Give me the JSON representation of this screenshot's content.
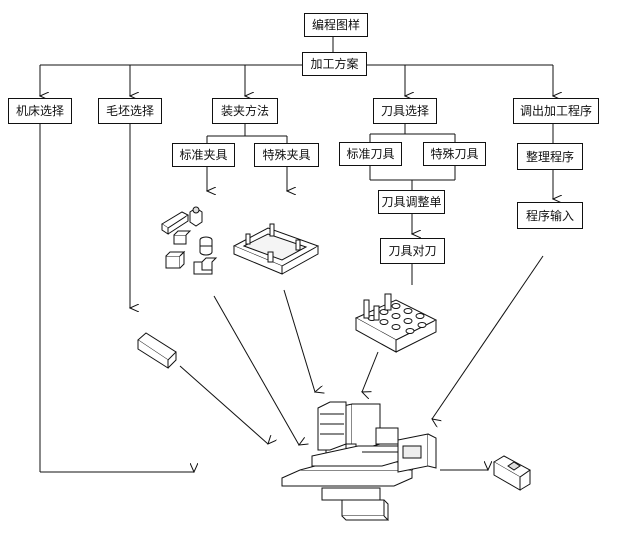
{
  "nodes": {
    "top": "编程图样",
    "plan": "加工方案",
    "machine": "机床选择",
    "blank": "毛坯选择",
    "clamping": "装夹方法",
    "tool": "刀具选择",
    "program": "调出加工程序",
    "std_fixture": "标准夹具",
    "special_fixture": "特殊夹具",
    "std_tool": "标准刀具",
    "special_tool": "特殊刀具",
    "tune_sheet": "刀具调整单",
    "tool_setting": "刀具对刀",
    "organize": "整理程序",
    "input": "程序输入"
  },
  "icons": [
    "fixture-parts-illustration",
    "special-fixture-plate-illustration",
    "tool-holder-block-illustration",
    "blank-block-illustration",
    "cnc-machine-illustration",
    "finished-part-illustration"
  ]
}
